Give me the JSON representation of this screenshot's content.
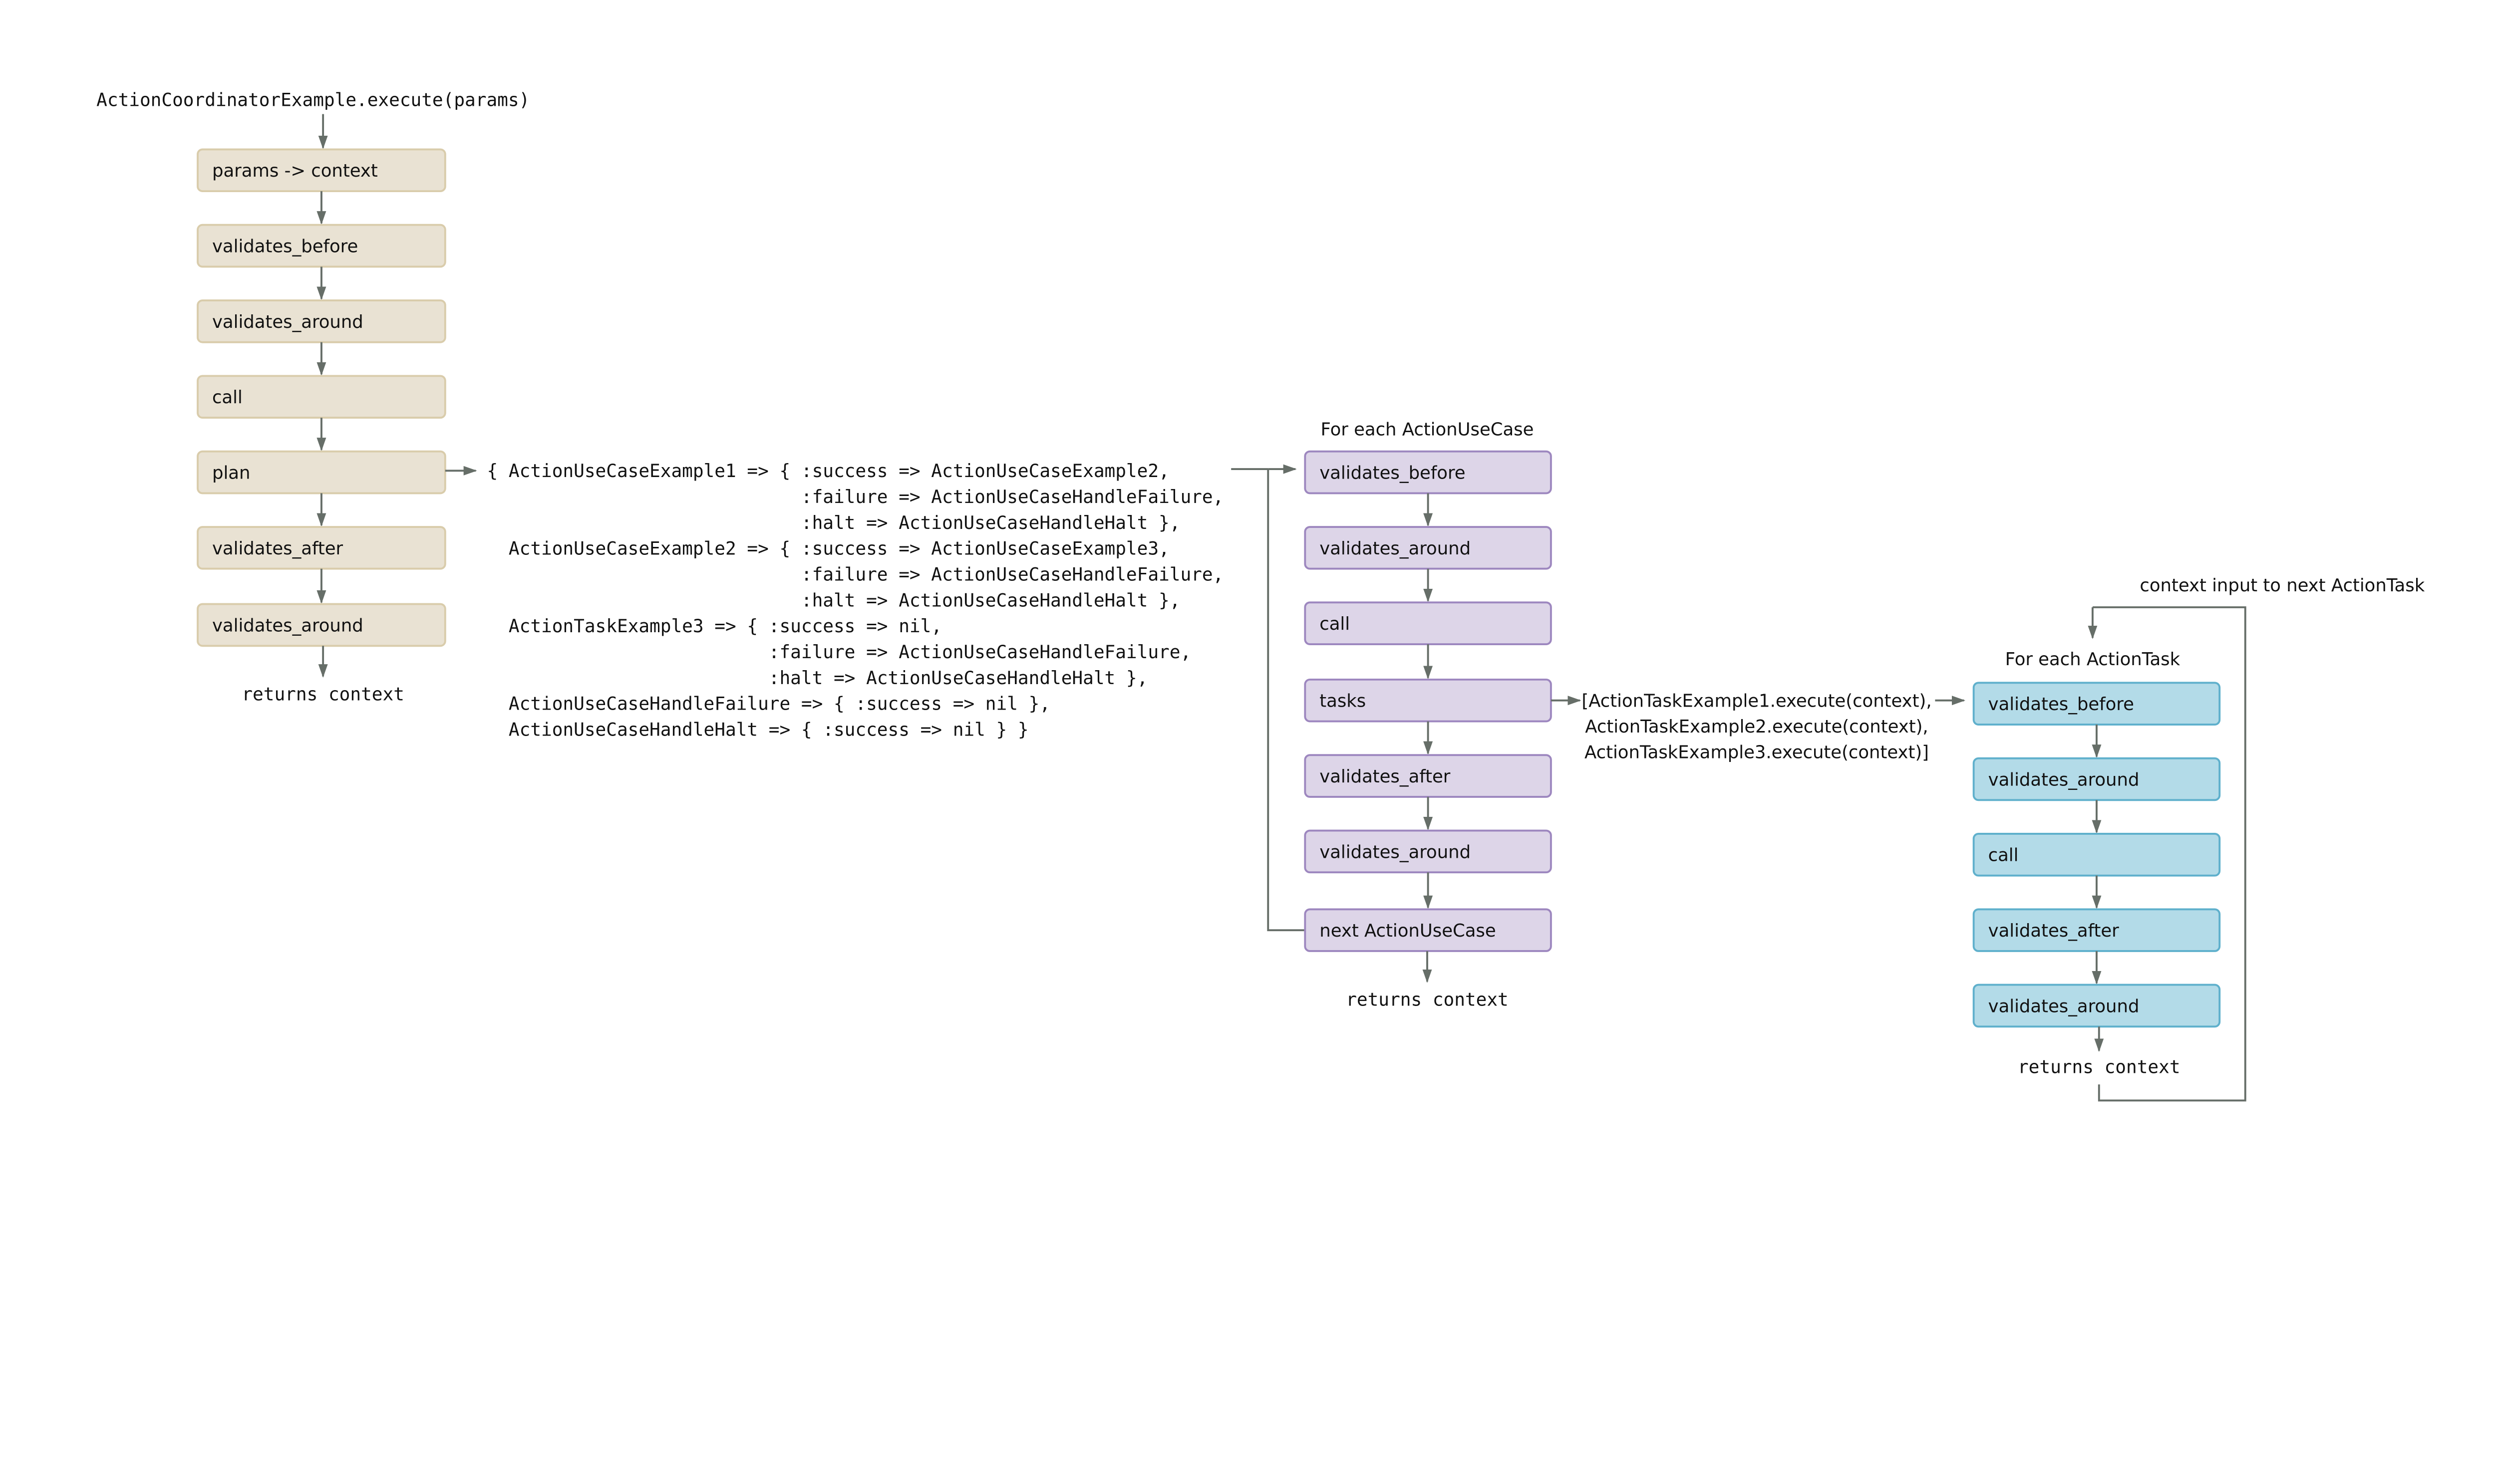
{
  "colors": {
    "coordinator_fill": "#e9e2d3",
    "coordinator_stroke": "#d9ccab",
    "usecase_fill": "#ddd5e8",
    "usecase_stroke": "#9d87bf",
    "task_fill": "#b3dbe8",
    "task_stroke": "#5fb0cc",
    "connector": "#666e68"
  },
  "coordinator": {
    "title": "ActionCoordinatorExample.execute(params)",
    "steps": [
      "params -> context",
      "validates_before",
      "validates_around",
      "call",
      "plan",
      "validates_after",
      "validates_around"
    ],
    "returns": "returns context"
  },
  "plan_code": [
    "{ ActionUseCaseExample1 => { :success => ActionUseCaseExample2,",
    "                             :failure => ActionUseCaseHandleFailure,",
    "                             :halt => ActionUseCaseHandleHalt },",
    "  ActionUseCaseExample2 => { :success => ActionUseCaseExample3,",
    "                             :failure => ActionUseCaseHandleFailure,",
    "                             :halt => ActionUseCaseHandleHalt },",
    "  ActionTaskExample3 => { :success => nil,",
    "                          :failure => ActionUseCaseHandleFailure,",
    "                          :halt => ActionUseCaseHandleHalt },",
    "  ActionUseCaseHandleFailure => { :success => nil },",
    "  ActionUseCaseHandleHalt => { :success => nil } }"
  ],
  "use_case": {
    "heading": "For each ActionUseCase",
    "steps": [
      "validates_before",
      "validates_around",
      "call",
      "tasks",
      "validates_after",
      "validates_around",
      "next ActionUseCase"
    ],
    "returns": "returns context"
  },
  "task_list": [
    "[ActionTaskExample1.execute(context),",
    "ActionTaskExample2.execute(context),",
    "ActionTaskExample3.execute(context)]"
  ],
  "task": {
    "heading": "For each ActionTask",
    "loop_label": "context input to next ActionTask",
    "steps": [
      "validates_before",
      "validates_around",
      "call",
      "validates_after",
      "validates_around"
    ],
    "returns": "returns context"
  }
}
